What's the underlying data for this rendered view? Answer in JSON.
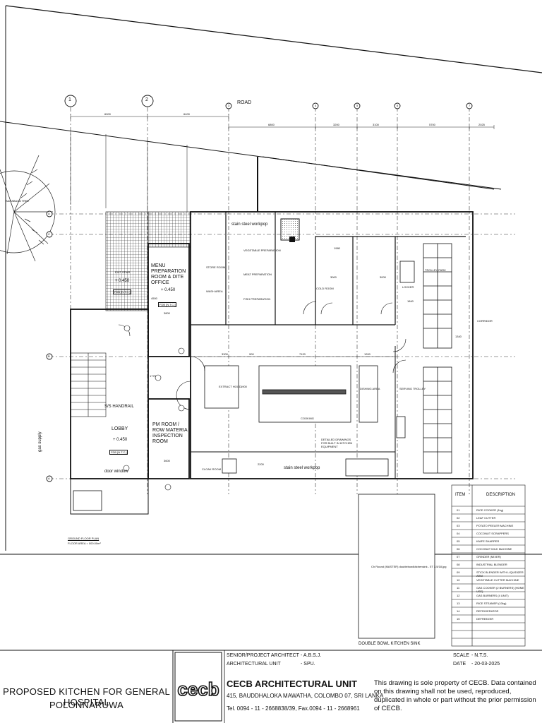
{
  "plan": {
    "road_label": "ROAD",
    "tree_label": "SARABACA TREE",
    "gas_supply_label": "gas supply",
    "plan_title": "GROUND FLOOR PLAN",
    "plan_scale": "FLOOR AREA = 000.00m²",
    "grid_numbers": [
      "1",
      "2",
      "3",
      "4",
      "5",
      "6",
      "7"
    ],
    "grid_letters": [
      "D",
      "C",
      "B",
      "A"
    ],
    "top_dims": [
      "6000",
      "6400",
      "6800",
      "3200",
      "3100",
      "5700",
      "2025"
    ],
    "inner_dims": [
      "3300",
      "900",
      "7120",
      "1200"
    ],
    "small_dims": [
      "4500",
      "3800",
      "3600",
      "1775",
      "1980",
      "3000",
      "3000",
      "1840",
      "1340",
      "1900",
      "2200"
    ],
    "levels": [
      "+ 0.450",
      "+ 0.450",
      "+ 0.450"
    ],
    "room_tags": [
      "FDB [N.T.C.]",
      "FDB [N.T.C.]",
      "FDB [N.T.C.]"
    ]
  },
  "rooms": {
    "menu_prep": "MENU PREPARATION ROOM & DITE OFFICE",
    "pm_room": "PM ROOM / ROW MATERIA INSPECTION ROOM",
    "lobby": "LOBBY",
    "dine_lbl": "EXIT STAIR",
    "steel_top": "stain steel workpop",
    "steel_bottom": "stain steel workpop",
    "ss_handrail": "S/S HANDRAIL",
    "door_window": "door window",
    "water_kitchen_sink": "DOUBLE BOWL KITCHEN SINK",
    "placeholder_text": "Ch Round (MASTER) doublebowlkitchensink - 5T 3.5/18.jpg",
    "store_room": "STORE ROOM",
    "wash_area": "WASH AREA",
    "veg_prep": "VEGETABLE PREPARATION",
    "meat_prep": "MEAT PREPARATION",
    "fish_prep": "FISH PREPARATION",
    "cold_room": "COLD ROOM",
    "cooking": "COOKING",
    "dishing": "DISHING AREA",
    "serving": "SERVING TROLLEY",
    "trolley": "TROLLEY PARK",
    "locker": "LOCKER",
    "cloak": "CLOAK ROOM",
    "corridor": "CORRIDOR",
    "kitchen_area": "EXTRACT HOOD",
    "note_small": "DETAILED DRAWINGS FOR BUILT IN KITCHEN EQUIPMENT"
  },
  "items_table": {
    "col_item": "ITEM",
    "col_desc": "DESCRIPTION",
    "rows": [
      {
        "no": "01",
        "desc": "RICE COOKER (1kg)"
      },
      {
        "no": "02",
        "desc": "LEAF CUTTER"
      },
      {
        "no": "03",
        "desc": "POTATO PEELER MACHINE"
      },
      {
        "no": "04",
        "desc": "COCONUT SCRAPPERS"
      },
      {
        "no": "05",
        "desc": "KNIFE SHARPER"
      },
      {
        "no": "06",
        "desc": "COCONUT MILK MACHINE"
      },
      {
        "no": "07",
        "desc": "GRINDER (MIXER)"
      },
      {
        "no": "08",
        "desc": "INDUSTRIAL BLENDER"
      },
      {
        "no": "09",
        "desc": "STICK BLENDER WITH LIQUIDIZER ARM"
      },
      {
        "no": "10",
        "desc": "VEGETABLE CUTTER MACHINE"
      },
      {
        "no": "11",
        "desc": "GAS COOKER (2 BURNERS) [HOME USE]"
      },
      {
        "no": "12",
        "desc": "GAS BURNERS (4 UNIT)"
      },
      {
        "no": "13",
        "desc": "RICE STEAMER (10kg)"
      },
      {
        "no": "14",
        "desc": "REFRIGERATOR"
      },
      {
        "no": "15",
        "desc": "DEFREEZER"
      }
    ]
  },
  "title_block": {
    "project_line1": "PROPOSED KITCHEN FOR GENERAL HOSPITAL",
    "project_line2": "POLONNARUWA",
    "logo_text": "cecb",
    "senior_label": "SENIOR/PROJECT ARCHITECT",
    "senior_value": "- A.B.S.J.",
    "arch_unit_label": "ARCHITECTURAL UNIT",
    "arch_unit_value": "- SPU.",
    "scale_label": "SCALE",
    "scale_value": "- N.T.S.",
    "date_label": "DATE",
    "date_value": "- 20-03-2025",
    "unit_name": "CECB ARCHITECTURAL UNIT",
    "address": "415, BAUDDHALOKA MAWATHA, COLOMBO 07, SRI LANKA",
    "tel": "Tel. 0094 - 11 - 2668838/39,  Fax.0094 - 11 - 2668961",
    "note": "This drawing is sole property of CECB. Data contained on this drawing shall not be used, reproduced, duplicated in whole or part without the prior permission of CECB."
  }
}
